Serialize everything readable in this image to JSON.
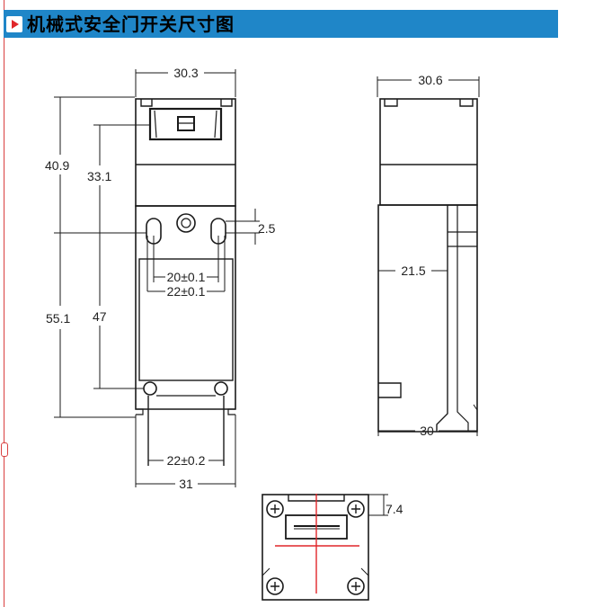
{
  "header": {
    "title": "机械式安全门开关尺寸图"
  },
  "colors": {
    "header_bg": "#1f86c8",
    "accent": "#e0262a",
    "line": "#1a1a1a"
  },
  "dimensions": {
    "front_width": "30.3",
    "total_height": "40.9",
    "upper_height": "33.1",
    "lower_height": "55.1",
    "hole_span_height": "47",
    "slot_offset": "2.5",
    "hole_pitch_inner": "20±0.1",
    "hole_pitch_outer": "22±0.1",
    "bottom_hole_pitch": "22±0.2",
    "bottom_width": "31",
    "side_width_top": "30.6",
    "side_depth": "21.5",
    "side_width_bottom": "30",
    "top_view_offset": "7.4"
  }
}
